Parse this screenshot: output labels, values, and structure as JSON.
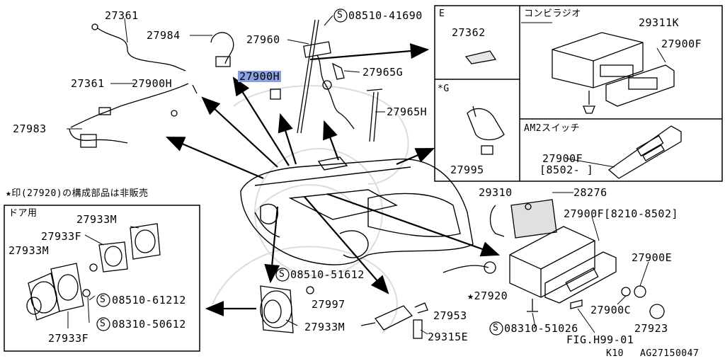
{
  "diagram": {
    "footer": {
      "model": "K10",
      "code": "AG27150047"
    },
    "fig_ref": "FIG.H99-01",
    "note": "★印(27920)の構成部品は非販売",
    "panels": {
      "door": {
        "title": "ドア用"
      },
      "e": {
        "title": "E"
      },
      "combi_radio": {
        "title": "コンビラジオ"
      },
      "g": {
        "title": "*G"
      },
      "am2_switch": {
        "title": "AM2スイッチ"
      }
    },
    "labels": {
      "p27361_top": "27361",
      "p27984": "27984",
      "p27960": "27960",
      "p08510_41690": "08510-41690",
      "p27965g": "27965G",
      "p27361_mid": "27361",
      "p27900h_left": "27900H",
      "p27900h_hl": "27900H",
      "p27983": "27983",
      "p27965h": "27965H",
      "p27362": "27362",
      "p29311k": "29311K",
      "p27900f_combi": "27900F",
      "p27995": "27995",
      "p27900f_am2": "27900F",
      "p8502_range": "[8502-   ]",
      "p29310": "29310",
      "p28276": "28276",
      "p27900f_range": "27900F[8210-8502]",
      "p27900e": "27900E",
      "p27920": "★27920",
      "p27900c": "27900C",
      "p27953": "27953",
      "p27923": "27923",
      "p08310_51026": "08310-51026",
      "p08510_51612": "08510-51612",
      "p27997": "27997",
      "p27933m_main": "27933M",
      "p29315e": "29315E",
      "d27933m_top": "27933M",
      "d27933f_top": "27933F",
      "d27933m_left": "27933M",
      "d08510_61212": "08510-61212",
      "d08310_50612": "08310-50612",
      "d27933f_bottom": "27933F"
    },
    "colors": {
      "highlight": "#8aa0e0",
      "ink": "#000000",
      "watermark": "#d8d8d8"
    }
  }
}
